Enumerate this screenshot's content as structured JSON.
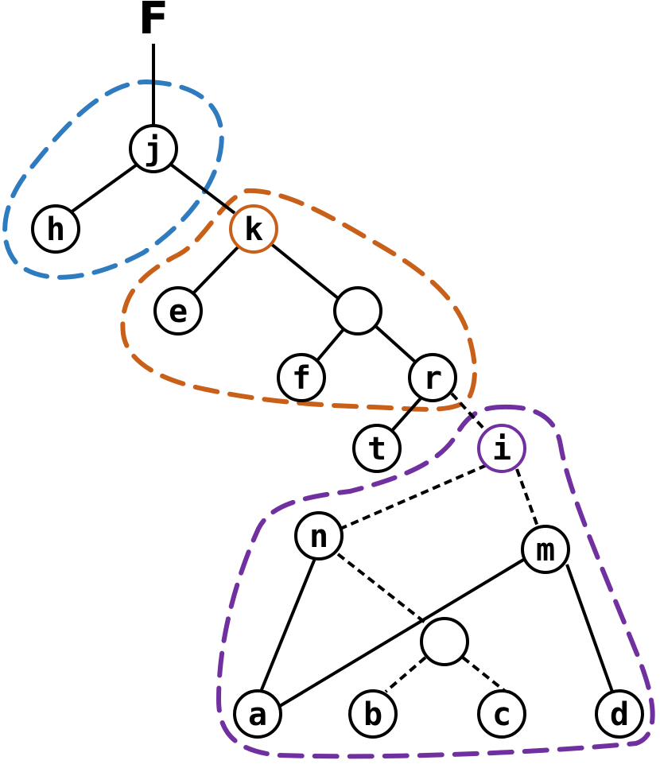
{
  "root_label": "F",
  "colors": {
    "blue_region": "#2f7bbf",
    "orange_region": "#c8601a",
    "purple_region": "#7030a0",
    "edge": "#000000"
  },
  "nodes": {
    "j": "j",
    "h": "h",
    "k": "k",
    "e": "e",
    "unlabeled_1": "",
    "f": "f",
    "r": "r",
    "t": "t",
    "i": "i",
    "n": "n",
    "m": "m",
    "unlabeled_2": "",
    "a": "a",
    "b": "b",
    "c": "c",
    "d": "d"
  },
  "edges": [
    {
      "from": "F",
      "to": "j",
      "style": "solid"
    },
    {
      "from": "j",
      "to": "h",
      "style": "solid"
    },
    {
      "from": "j",
      "to": "k",
      "style": "solid"
    },
    {
      "from": "k",
      "to": "e",
      "style": "solid"
    },
    {
      "from": "k",
      "to": "unlabeled_1",
      "style": "solid"
    },
    {
      "from": "unlabeled_1",
      "to": "f",
      "style": "solid"
    },
    {
      "from": "unlabeled_1",
      "to": "r",
      "style": "solid"
    },
    {
      "from": "r",
      "to": "t",
      "style": "solid"
    },
    {
      "from": "r",
      "to": "i",
      "style": "dashed"
    },
    {
      "from": "i",
      "to": "n",
      "style": "dashed"
    },
    {
      "from": "i",
      "to": "m",
      "style": "dashed"
    },
    {
      "from": "n",
      "to": "a",
      "style": "solid"
    },
    {
      "from": "n",
      "to": "unlabeled_2",
      "style": "dashed"
    },
    {
      "from": "m",
      "to": "a",
      "style": "solid"
    },
    {
      "from": "m",
      "to": "d",
      "style": "solid"
    },
    {
      "from": "unlabeled_2",
      "to": "b",
      "style": "dashed"
    },
    {
      "from": "unlabeled_2",
      "to": "c",
      "style": "dashed"
    }
  ],
  "highlighted_nodes": {
    "k": "orange",
    "i": "purple"
  }
}
